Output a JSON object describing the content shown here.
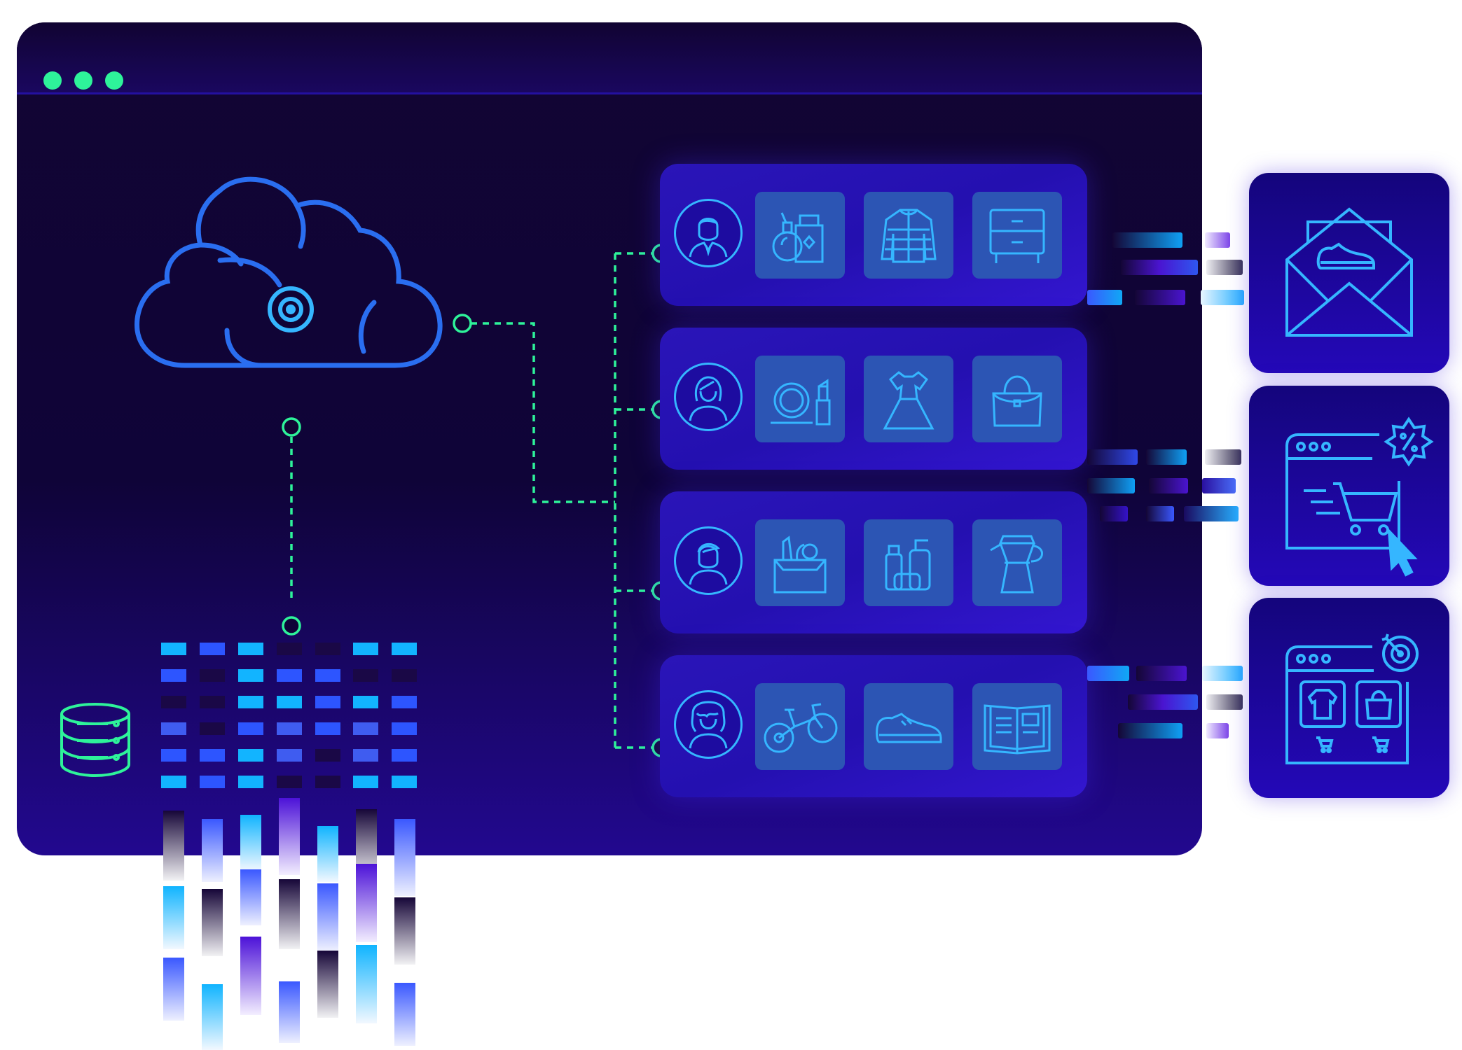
{
  "window": {
    "dots": [
      "window-dot-1",
      "window-dot-2",
      "window-dot-3"
    ]
  },
  "icons": {
    "cloud": "cloud-target-icon",
    "database": "database-icon"
  },
  "segments": [
    {
      "avatar": "man-avatar-icon",
      "products": [
        "perfume-icon",
        "puffer-jacket-icon",
        "nightstand-icon"
      ]
    },
    {
      "avatar": "woman-avatar-icon",
      "products": [
        "makeup-icon",
        "dress-icon",
        "handbag-icon"
      ]
    },
    {
      "avatar": "young-man-avatar-icon",
      "products": [
        "groceries-icon",
        "toiletries-icon",
        "moka-pot-icon"
      ]
    },
    {
      "avatar": "curly-woman-avatar-icon",
      "products": [
        "bicycle-icon",
        "sneaker-icon",
        "book-icon"
      ]
    }
  ],
  "channels": [
    {
      "icon": "email-sneaker-icon"
    },
    {
      "icon": "web-discount-cart-icon"
    },
    {
      "icon": "web-targeted-shop-icon"
    }
  ],
  "colors": {
    "window_top": "#120533",
    "window_bottom": "#22088f",
    "dot_green": "#2ef39a",
    "connector_green": "#2ef39a",
    "cloud_blue": "#2a6ef0",
    "icon_cyan": "#35b6ff",
    "card_purple": "#2410b0",
    "tile_blue": "#2c55b4"
  }
}
